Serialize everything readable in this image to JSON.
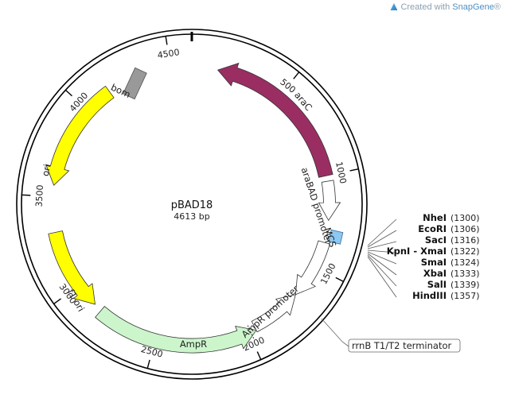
{
  "header": {
    "created_with": "Created with",
    "brand": "SnapGene",
    "reg": "®"
  },
  "plasmid": {
    "name": "pBAD18",
    "length_label": "4613 bp"
  },
  "ticks": [
    "500",
    "1000",
    "1500",
    "2000",
    "2500",
    "3000",
    "3500",
    "4000",
    "4500"
  ],
  "features": {
    "araC": "araC",
    "araBAD_promoter": "araBAD promoter",
    "MCS": "MCS",
    "rrnB_terminator": "rrnB T1/T2 terminator",
    "AmpR_promoter": "AmpR promoter",
    "AmpR": "AmpR",
    "f1_ori": "f1 ori",
    "ori": "ori",
    "bom": "bom"
  },
  "sites": [
    {
      "name": "NheI",
      "pos": "(1300)"
    },
    {
      "name": "EcoRI",
      "pos": "(1306)"
    },
    {
      "name": "SacI",
      "pos": "(1316)"
    },
    {
      "name": "KpnI - XmaI",
      "pos": "(1322)"
    },
    {
      "name": "SmaI",
      "pos": "(1324)"
    },
    {
      "name": "XbaI",
      "pos": "(1333)"
    },
    {
      "name": "SalI",
      "pos": "(1339)"
    },
    {
      "name": "HindIII",
      "pos": "(1357)"
    }
  ],
  "colors": {
    "araC": "#9a2e63",
    "ori": "#ffff00",
    "f1_ori": "#ffff00",
    "AmpR": "#ccf5cc",
    "bom": "#999999",
    "MCS": "#8cc8f0",
    "promoter": "#ffffff"
  }
}
